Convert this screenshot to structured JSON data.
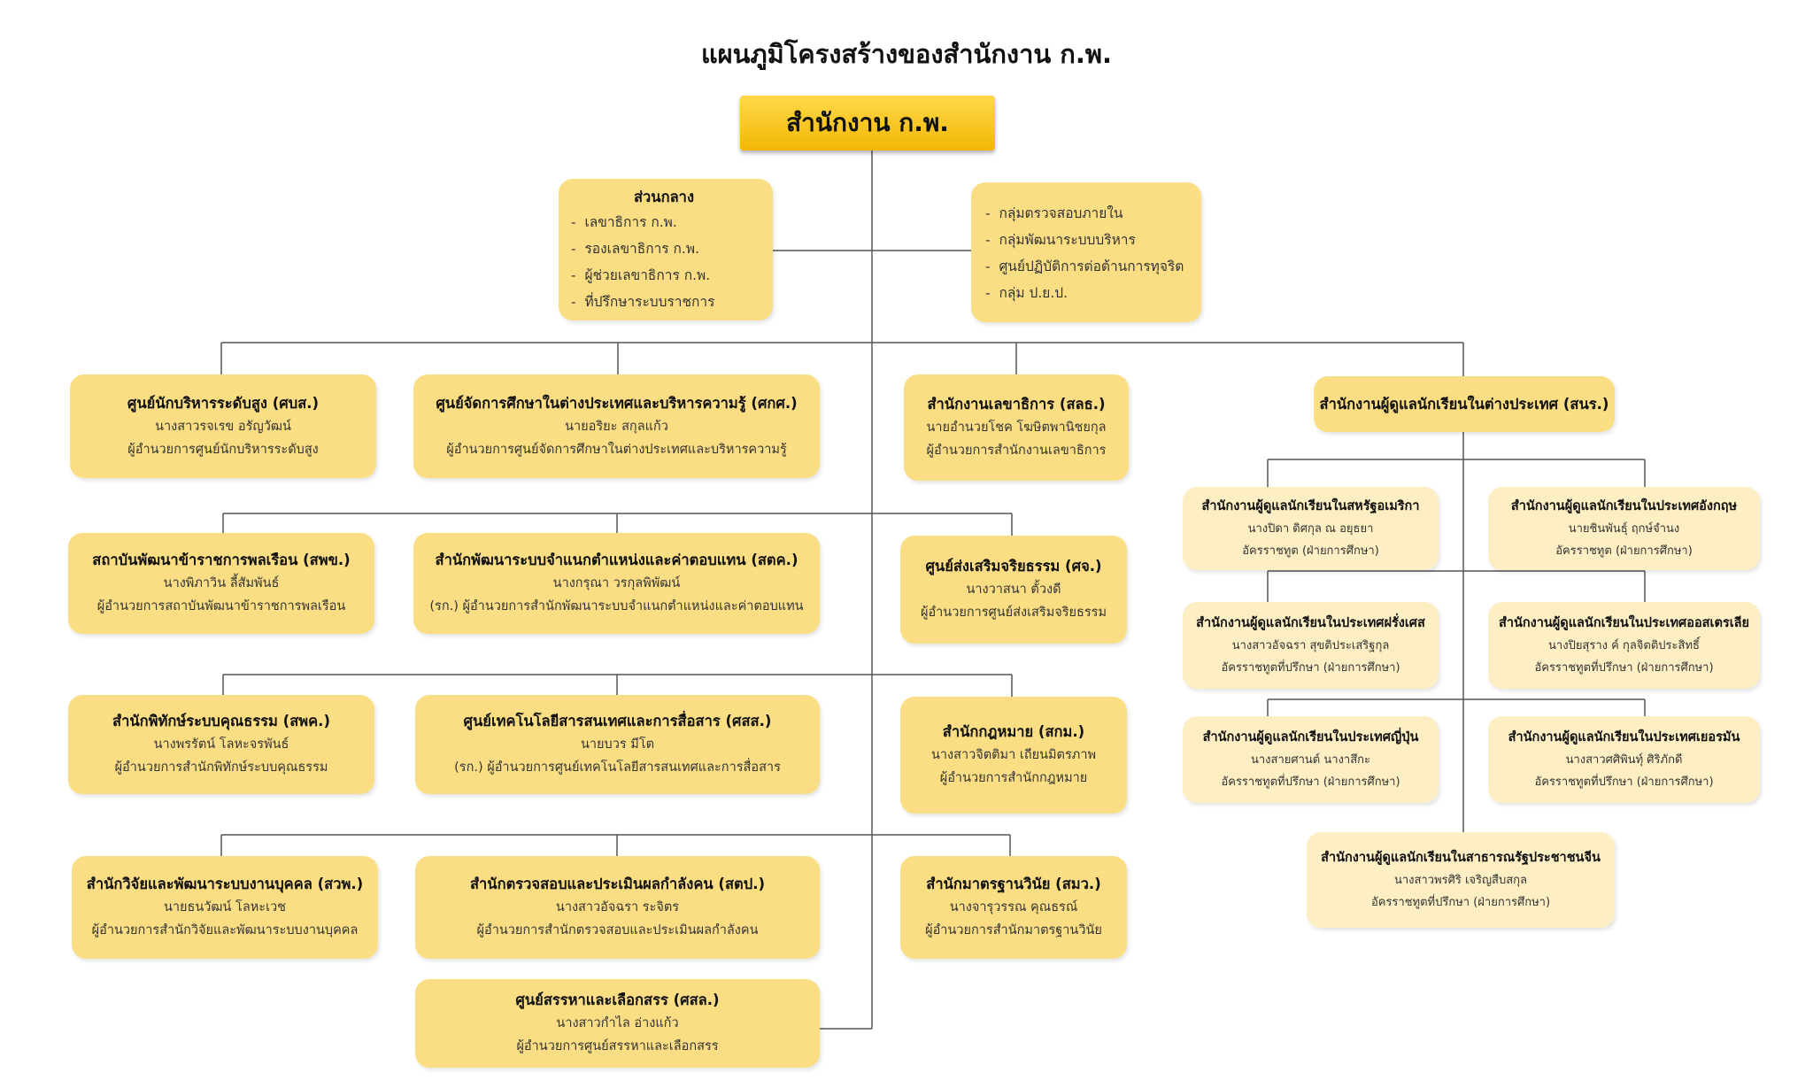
{
  "title": "แผนภูมิโครงสร้างของสำนักงาน ก.พ.",
  "root": "สำนักงาน ก.พ.",
  "central": {
    "header": "ส่วนกลาง",
    "items": [
      "เลขาธิการ ก.พ.",
      "รองเลขาธิการ ก.พ.",
      "ผู้ช่วยเลขาธิการ ก.พ.",
      "ที่ปรึกษาระบบราชการ"
    ]
  },
  "groups": {
    "items": [
      "กลุ่มตรวจสอบภายใน",
      "กลุ่มพัฒนาระบบบริหาร",
      "ศูนย์ปฏิบัติการต่อต้านการทุจริต",
      "กลุ่ม ป.ย.ป."
    ]
  },
  "units": {
    "sbs": {
      "name": "ศูนย์นักบริหารระดับสูง (ศบส.)",
      "person": "นางสาวรจเรข อรัญวัฒน์",
      "role": "ผู้อำนวยการศูนย์นักบริหารระดับสูง"
    },
    "sks": {
      "name": "ศูนย์จัดการศึกษาในต่างประเทศและบริหารความรู้ (ศกศ.)",
      "person": "นายอริยะ สกุลแก้ว",
      "role": "ผู้อำนวยการศูนย์จัดการศึกษาในต่างประเทศและบริหารความรู้"
    },
    "slt": {
      "name": "สำนักงานเลขาธิการ (สลธ.)",
      "person": "นายอำนวยโชค โฆษิตพานิชยกุล",
      "role": "ผู้อำนวยการสำนักงานเลขาธิการ"
    },
    "spk": {
      "name": "สถาบันพัฒนาข้าราชการพลเรือน (สพข.)",
      "person": "นางพิภาวิน ลี้สัมพันธ์",
      "role": "ผู้อำนวยการสถาบันพัฒนาข้าราชการพลเรือน"
    },
    "stk": {
      "name": "สำนักพัฒนาระบบจำแนกตำแหน่งและค่าตอบแทน (สตค.)",
      "person": "นางกรุณา วรกุลพิพัฒน์",
      "role": "(รก.) ผู้อำนวยการสำนักพัฒนาระบบจำแนกตำแหน่งและค่าตอบแทน"
    },
    "sj": {
      "name": "ศูนย์ส่งเสริมจริยธรรม (ศจ.)",
      "person": "นางวาสนา ตั้วงดี",
      "role": "ผู้อำนวยการศูนย์ส่งเสริมจริยธรรม"
    },
    "spkk": {
      "name": "สำนักพิทักษ์ระบบคุณธรรม (สพค.)",
      "person": "นางพรรัตน์ โลหะจรพันธ์",
      "role": "ผู้อำนวยการสำนักพิทักษ์ระบบคุณธรรม"
    },
    "sss": {
      "name": "ศูนย์เทคโนโลยีสารสนเทศและการสื่อสาร (ศสส.)",
      "person": "นายบวร มีโต",
      "role": "(รก.) ผู้อำนวยการศูนย์เทคโนโลยีสารสนเทศและการสื่อสาร"
    },
    "skm": {
      "name": "สำนักกฎหมาย (สกม.)",
      "person": "นางสาวจิตติมา เถียนมิตรภาพ",
      "role": "ผู้อำนวยการสำนักกฎหมาย"
    },
    "swp": {
      "name": "สำนักวิจัยและพัฒนาระบบงานบุคคล (สวพ.)",
      "person": "นายธนวัฒน์ โลหะเวช",
      "role": "ผู้อำนวยการสำนักวิจัยและพัฒนาระบบงานบุคคล"
    },
    "stp": {
      "name": "สำนักตรวจสอบและประเมินผลกำลังคน (สตป.)",
      "person": "นางสาวอัจฉรา ระจิตร",
      "role": "ผู้อำนวยการสำนักตรวจสอบและประเมินผลกำลังคน"
    },
    "smw": {
      "name": "สำนักมาตรฐานวินัย (สมว.)",
      "person": "นางจารุวรรณ คุณธรณ์",
      "role": "ผู้อำนวยการสำนักมาตรฐานวินัย"
    },
    "ssl": {
      "name": "ศูนย์สรรหาและเลือกสรร (ศสล.)",
      "person": "นางสาวกำไล อ่างแก้ว",
      "role": "ผู้อำนวยการศูนย์สรรหาและเลือกสรร"
    }
  },
  "abroad": {
    "main": "สำนักงานผู้ดูแลนักเรียนในต่างประเทศ (สนร.)",
    "usa": {
      "name": "สำนักงานผู้ดูแลนักเรียนในสหรัฐอเมริกา",
      "person": "นางปิดา ดิศกุล ณ อยุธยา",
      "role": "อัครราชทูต (ฝ่ายการศึกษา)"
    },
    "uk": {
      "name": "สำนักงานผู้ดูแลนักเรียนในประเทศอังกฤษ",
      "person": "นายชินพันธุ์ ฤกษ์จำนง",
      "role": "อัครราชทูต (ฝ่ายการศึกษา)"
    },
    "fr": {
      "name": "สำนักงานผู้ดูแลนักเรียนในประเทศฝรั่งเศส",
      "person": "นางสาวอัจฉรา สุขติประเสริฐกุล",
      "role": "อัครราชทูตที่ปรึกษา (ฝ่ายการศึกษา)"
    },
    "au": {
      "name": "สำนักงานผู้ดูแลนักเรียนในประเทศออสเตรเลีย",
      "person": "นางปิยสุราง ค์ กุลจิตติประสิทธิ์",
      "role": "อัครราชทูตที่ปรึกษา (ฝ่ายการศึกษา)"
    },
    "jp": {
      "name": "สำนักงานผู้ดูแลนักเรียนในประเทศญี่ปุ่น",
      "person": "นางสายศานต์ นางาสึกะ",
      "role": "อัครราชทูตที่ปรึกษา (ฝ่ายการศึกษา)"
    },
    "de": {
      "name": "สำนักงานผู้ดูแลนักเรียนในประเทศเยอรมัน",
      "person": "นางสาวศศิพินทุ์ ศิริภักดี",
      "role": "อัครราชทูตที่ปรึกษา (ฝ่ายการศึกษา)"
    },
    "cn": {
      "name": "สำนักงานผู้ดูแลนักเรียนในสาธารณรัฐประชาชนจีน",
      "person": "นางสาวพรศิริ เจริญสืบสกุล",
      "role": "อัครราชทูตที่ปรึกษา (ฝ่ายการศึกษา)"
    }
  },
  "colors": {
    "box": "#fbde84",
    "box_light": "#fdefc3",
    "root_top": "#ffd94a",
    "root_bottom": "#f2b705",
    "line": "#555555"
  }
}
